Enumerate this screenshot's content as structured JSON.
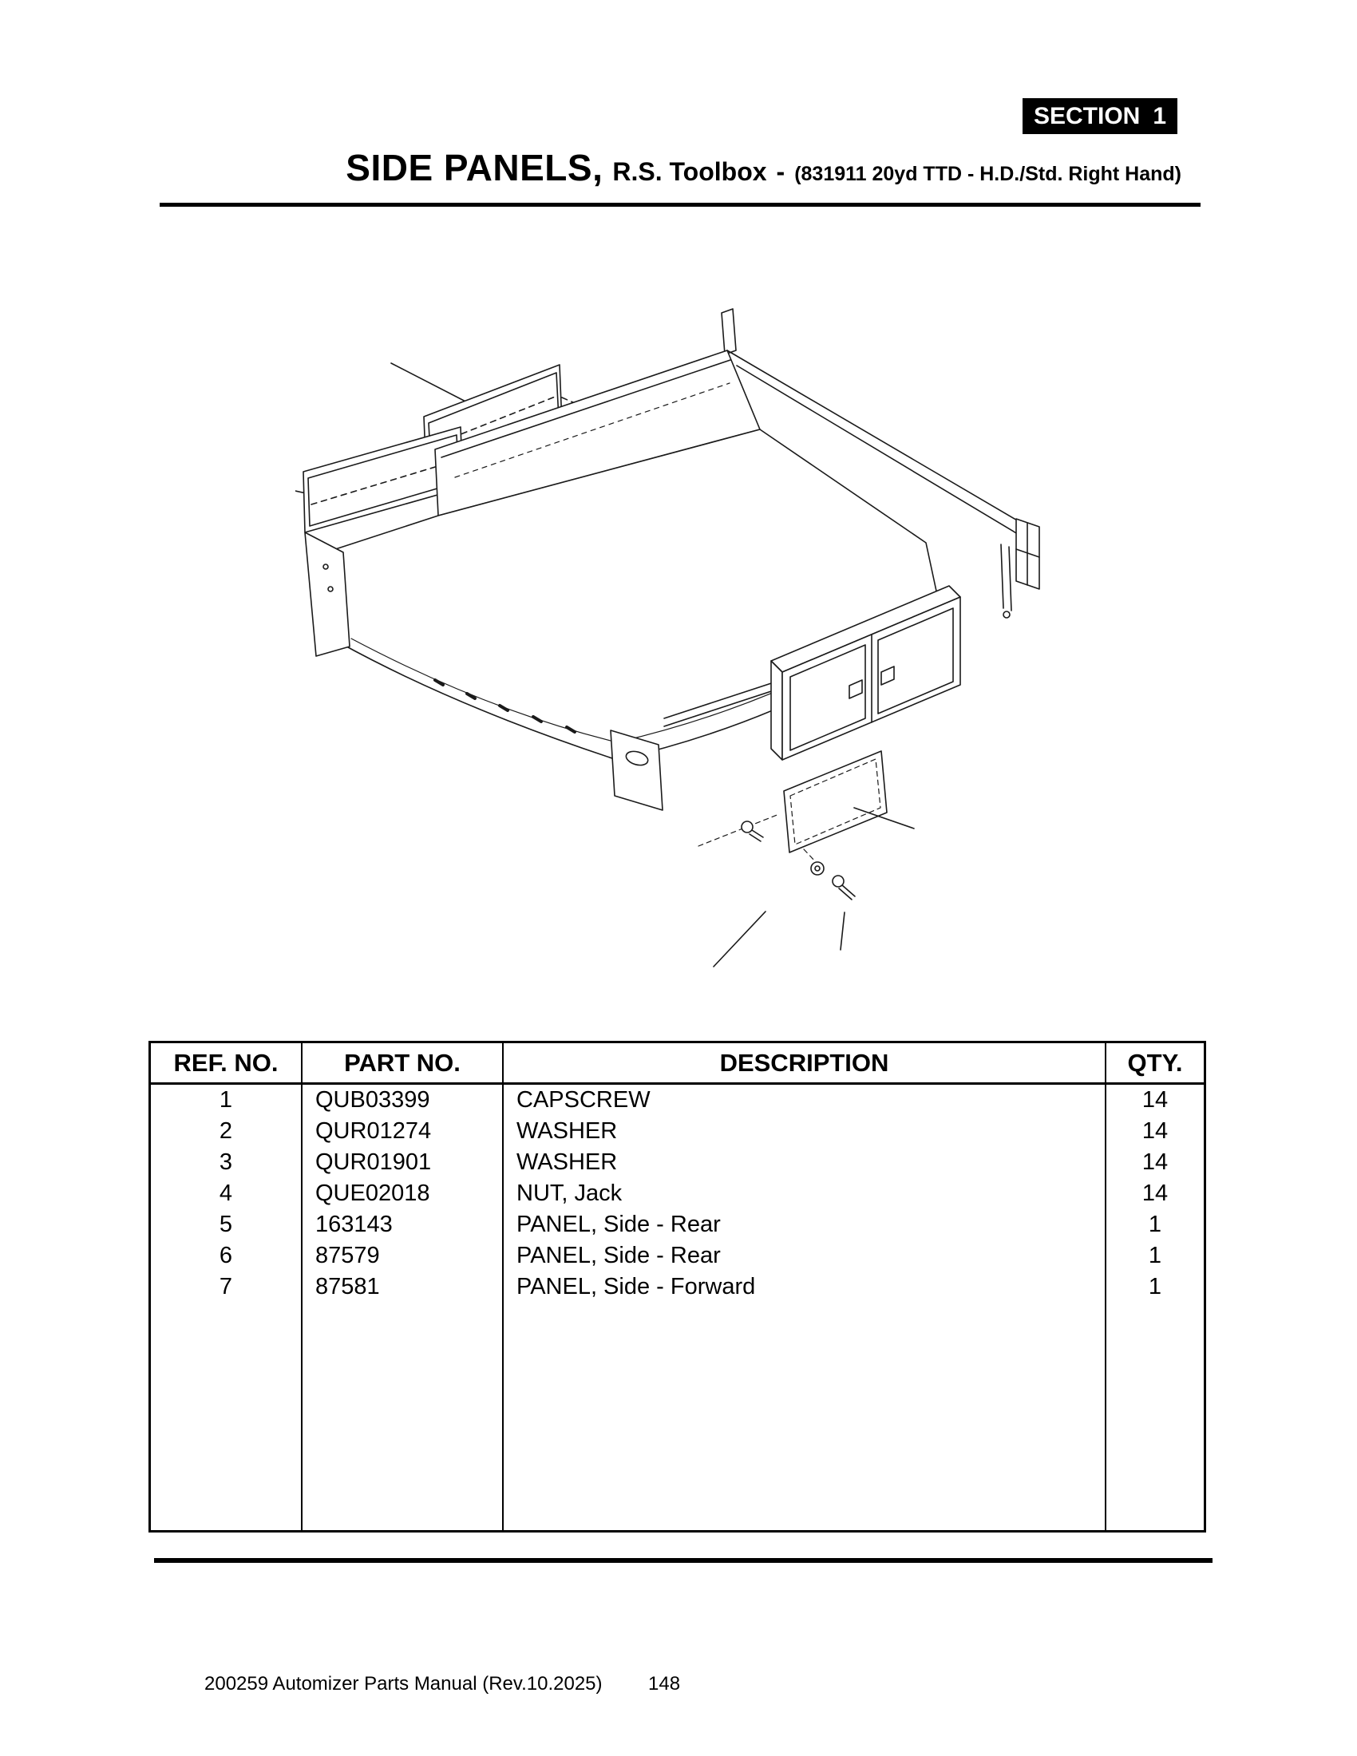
{
  "page": {
    "section_label": "SECTION",
    "section_number": "1",
    "title_main": "SIDE PANELS,",
    "title_sub": "R.S. Toolbox",
    "title_dash": "-",
    "title_detail": "(831911 20yd TTD - H.D./Std. Right Hand)",
    "footer_text": "200259 Automizer Parts Manual (Rev.10.2025)",
    "footer_page": "148"
  },
  "diagram": {
    "name": "exploded-parts-diagram"
  },
  "table": {
    "headers": [
      "REF. NO.",
      "PART NO.",
      "DESCRIPTION",
      "QTY."
    ],
    "rows": [
      {
        "ref": "1",
        "part": "QUB03399",
        "desc": "CAPSCREW",
        "qty": "14"
      },
      {
        "ref": "2",
        "part": "QUR01274",
        "desc": "WASHER",
        "qty": "14"
      },
      {
        "ref": "3",
        "part": "QUR01901",
        "desc": "WASHER",
        "qty": "14"
      },
      {
        "ref": "4",
        "part": "QUE02018",
        "desc": "NUT, Jack",
        "qty": "14"
      },
      {
        "ref": "5",
        "part": "163143",
        "desc": "PANEL, Side - Rear",
        "qty": "1"
      },
      {
        "ref": "6",
        "part": "87579",
        "desc": "PANEL, Side - Rear",
        "qty": "1"
      },
      {
        "ref": "7",
        "part": "87581",
        "desc": "PANEL, Side - Forward",
        "qty": "1"
      }
    ]
  }
}
